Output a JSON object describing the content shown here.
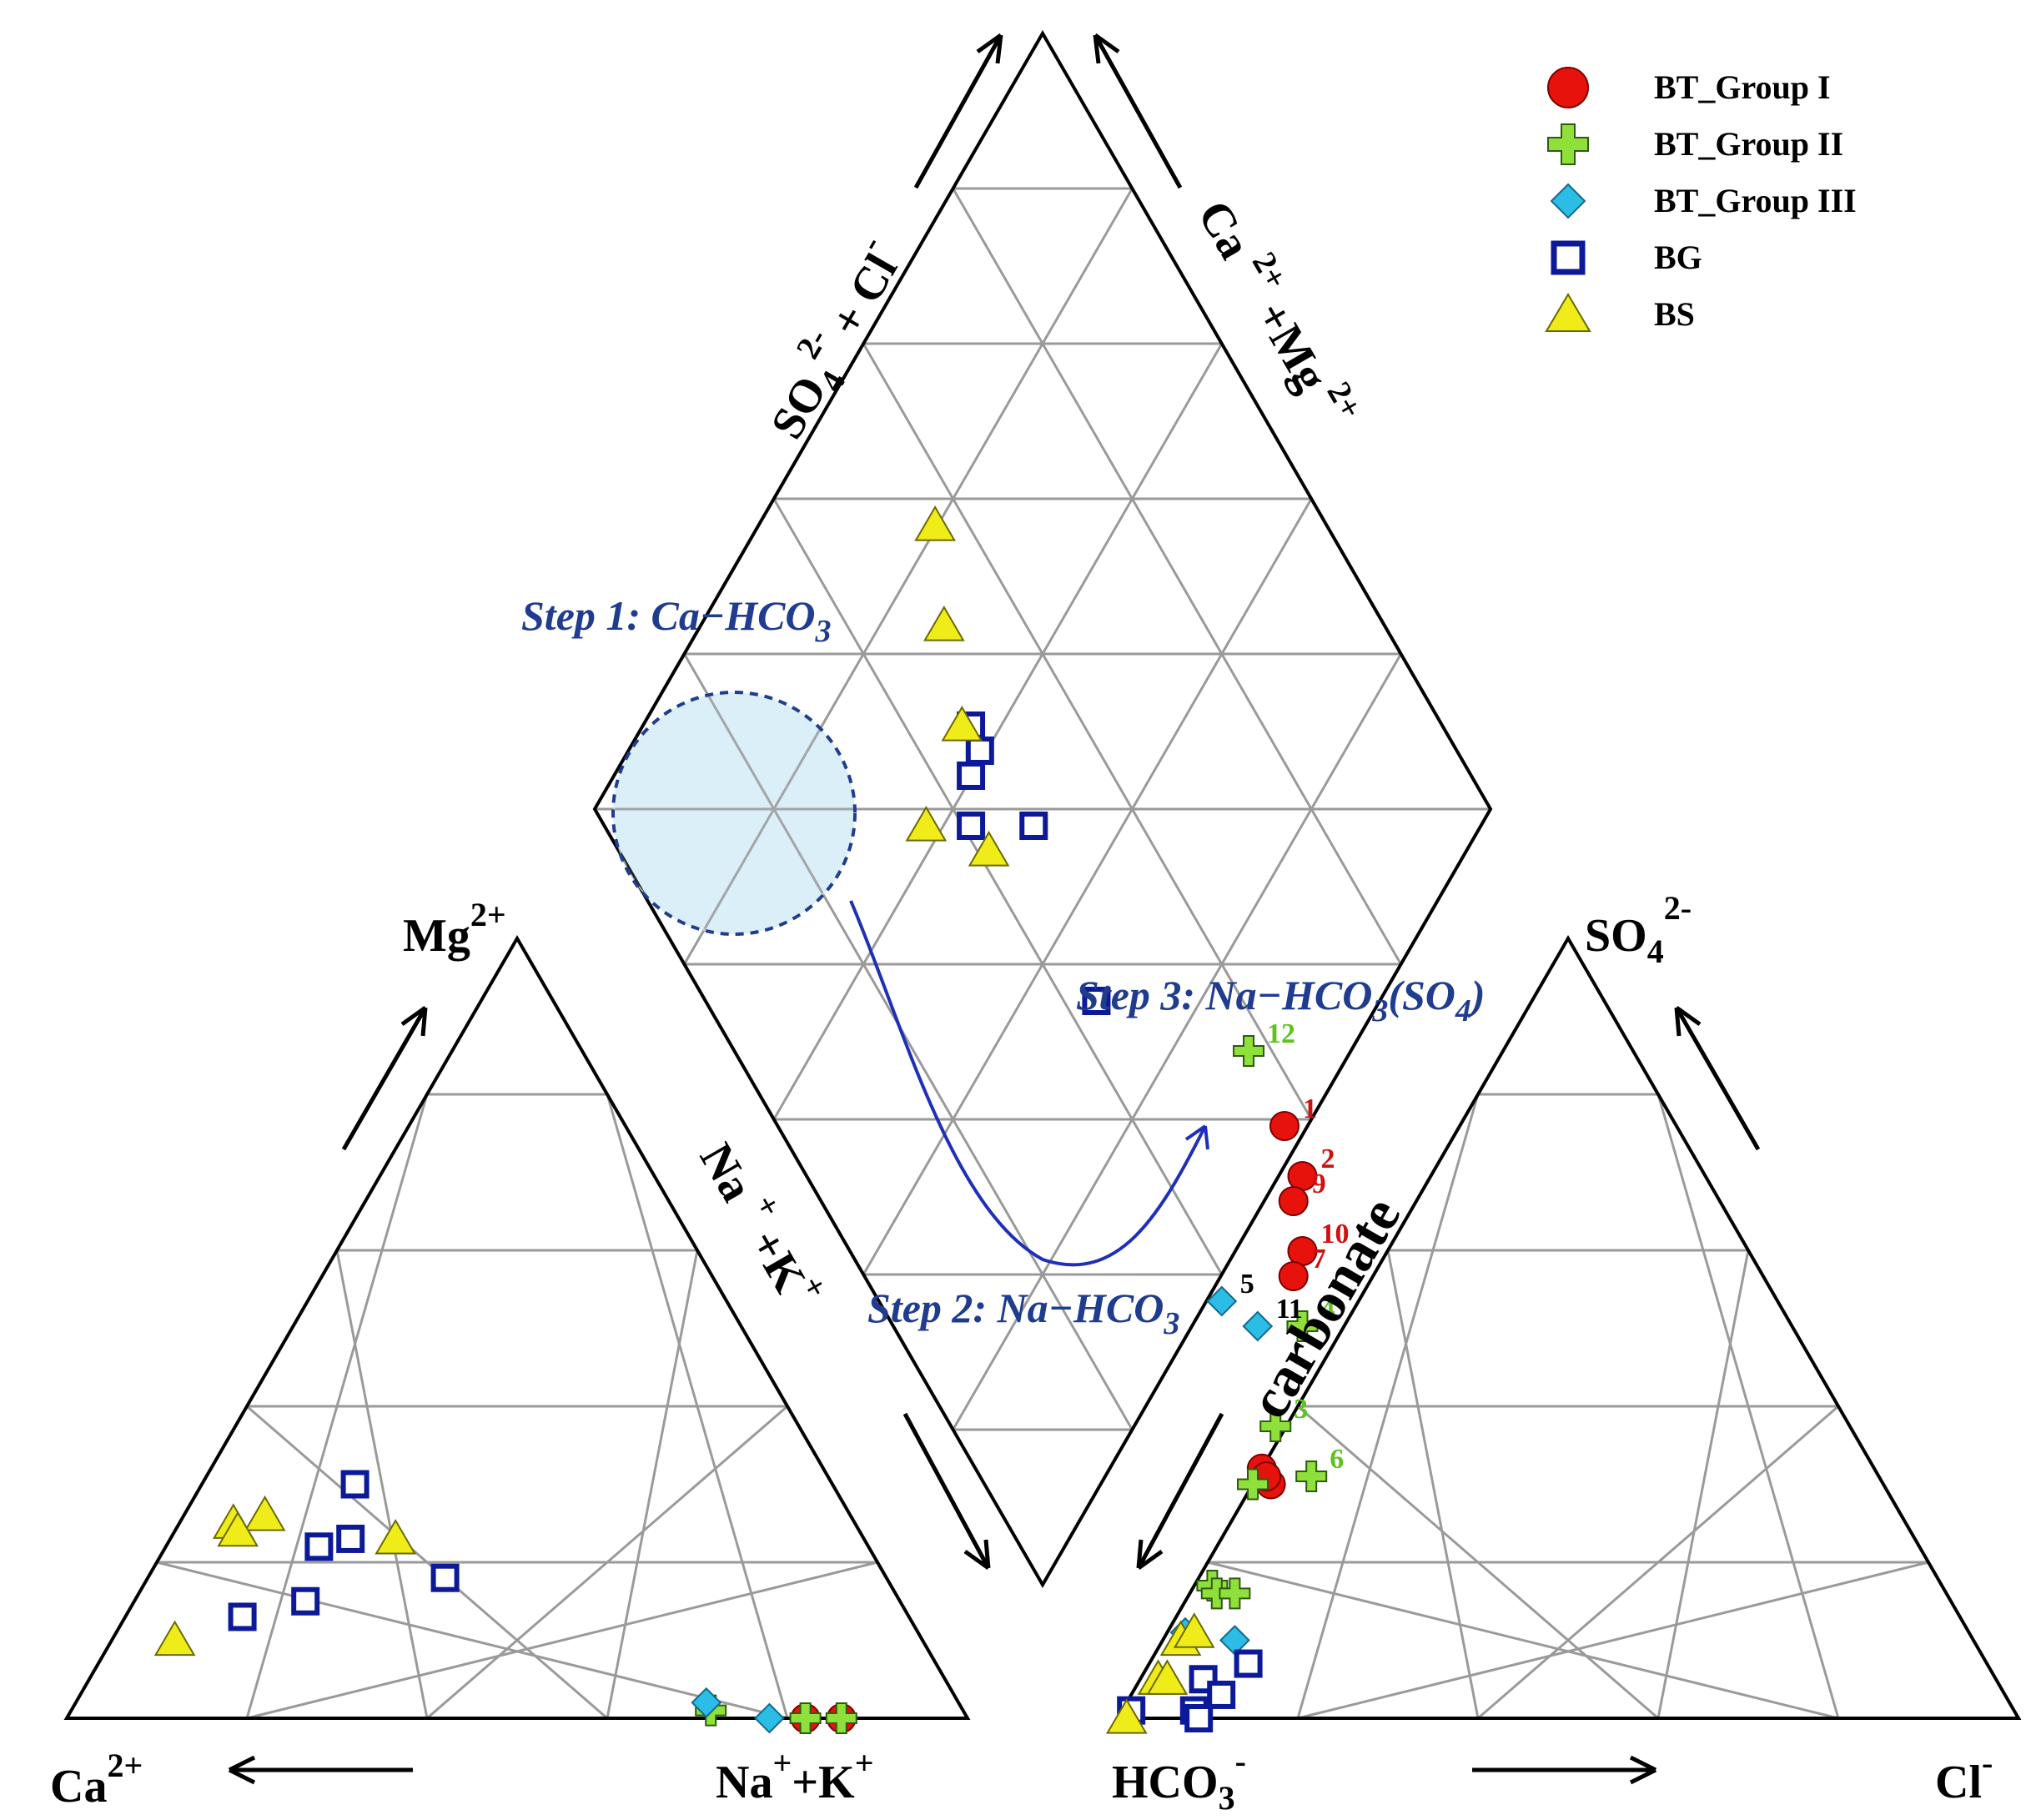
{
  "chart_data": {
    "type": "scatter",
    "diagram": "piper",
    "colors": {
      "BT_Group I": "#e8120c",
      "BT_Group II": "#8fe03a",
      "BT_Group III": "#2bbde6",
      "BG": "#0c1a9a",
      "BS": "#f0ec1a",
      "step": "#1f3c8f",
      "grid": "#9a9a9a"
    },
    "legend": {
      "placement": "top-right",
      "entries": [
        {
          "name": "BT_Group I",
          "marker": "circle"
        },
        {
          "name": "BT_Group II",
          "marker": "cross"
        },
        {
          "name": "BT_Group III",
          "marker": "diamond"
        },
        {
          "name": "BG",
          "marker": "square"
        },
        {
          "name": "BS",
          "marker": "triangle"
        }
      ]
    },
    "cation_axes": {
      "left": "Ca2+",
      "right": "Na++K+",
      "top": "Mg2+"
    },
    "anion_axes": {
      "left": "HCO3-",
      "right": "Cl-",
      "top": "SO42-"
    },
    "diamond_axes": {
      "upper_left": "SO42- + Cl-",
      "upper_right": "Ca2+ +Mg2+",
      "lower_left": "Na+ +K+",
      "lower_right": "carbonate"
    },
    "annotations": {
      "step1": "Step 1: Ca−HCO3",
      "step2": "Step 2: Na−HCO3",
      "step3": "Step 3: Na−HCO3(SO4)"
    },
    "series": [
      {
        "name": "BT_Group I",
        "cation": [
          {
            "mg": 0,
            "na": 82
          },
          {
            "mg": 0,
            "na": 86
          }
        ],
        "anion": [
          {
            "so4": 32,
            "cl": 0
          },
          {
            "so4": 30,
            "cl": 2
          },
          {
            "so4": 31,
            "cl": 1
          }
        ],
        "diamond": [
          {
            "x": 77,
            "y": 8,
            "label": "1"
          },
          {
            "x": 79,
            "y": 6,
            "label": "2"
          },
          {
            "x": 78,
            "y": 5,
            "label": "9"
          },
          {
            "x": 79,
            "y": 3,
            "label": "10"
          },
          {
            "x": 78,
            "y": 2,
            "label": "7"
          }
        ]
      },
      {
        "name": "BT_Group II",
        "cation": [
          {
            "mg": 1,
            "na": 71
          },
          {
            "mg": 0,
            "na": 82
          },
          {
            "mg": 0,
            "na": 86
          }
        ],
        "anion": [
          {
            "so4": 30,
            "cl": 0
          },
          {
            "so4": 17,
            "cl": 2
          },
          {
            "so4": 16,
            "cl": 3
          },
          {
            "so4": 16,
            "cl": 5
          }
        ],
        "diamond": [
          {
            "x": 73,
            "y": 11,
            "label": "12"
          },
          {
            "x": 79,
            "y": 0,
            "label": "4"
          },
          {
            "x": 76,
            "y": -4,
            "label": "3"
          },
          {
            "x": 80,
            "y": -6,
            "label": "6"
          }
        ]
      },
      {
        "name": "BT_Group III",
        "cation": [
          {
            "mg": 2,
            "na": 70
          },
          {
            "mg": 0,
            "na": 78
          }
        ],
        "anion": [
          {
            "so4": 11,
            "cl": 2
          },
          {
            "so4": 10,
            "cl": 8
          }
        ],
        "diamond": [
          {
            "x": 70,
            "y": 1,
            "label": "5"
          },
          {
            "x": 74,
            "y": 0,
            "label": "11"
          }
        ]
      },
      {
        "name": "BG",
        "cation": [
          {
            "mg": 30,
            "na": 17
          },
          {
            "mg": 22,
            "na": 17
          },
          {
            "mg": 23,
            "na": 20
          },
          {
            "mg": 13,
            "na": 13
          },
          {
            "mg": 15,
            "na": 19
          },
          {
            "mg": 18,
            "na": 33
          }
        ],
        "anion": [
          {
            "so4": 7,
            "cl": 11
          },
          {
            "so4": 5,
            "cl": 7
          },
          {
            "so4": 3,
            "cl": 10
          },
          {
            "so4": 1,
            "cl": 8
          },
          {
            "so4": 1,
            "cl": 1
          },
          {
            "so4": 0,
            "cl": 9
          }
        ],
        "diamond": [
          {
            "x": 49,
            "y": 20
          },
          {
            "x": 42,
            "y": 20
          },
          {
            "x": 43,
            "y": 23
          },
          {
            "x": 42,
            "y": 24
          },
          {
            "x": 42,
            "y": 22
          },
          {
            "x": 56,
            "y": 13
          }
        ]
      },
      {
        "name": "BS",
        "cation": [
          {
            "mg": 25,
            "na": 6
          },
          {
            "mg": 26,
            "na": 9
          },
          {
            "mg": 24,
            "na": 7
          },
          {
            "mg": 23,
            "na": 25
          },
          {
            "mg": 10,
            "na": 7
          }
        ],
        "anion": [
          {
            "so4": 10,
            "cl": 2
          },
          {
            "so4": 11,
            "cl": 3
          },
          {
            "so4": 5,
            "cl": 2
          },
          {
            "so4": 5,
            "cl": 3
          },
          {
            "so4": 0,
            "cl": 1
          }
        ],
        "diamond": [
          {
            "x": 38,
            "y": 32
          },
          {
            "x": 39,
            "y": 28
          },
          {
            "x": 41,
            "y": 24
          },
          {
            "x": 37,
            "y": 20
          },
          {
            "x": 44,
            "y": 19
          }
        ]
      }
    ]
  }
}
